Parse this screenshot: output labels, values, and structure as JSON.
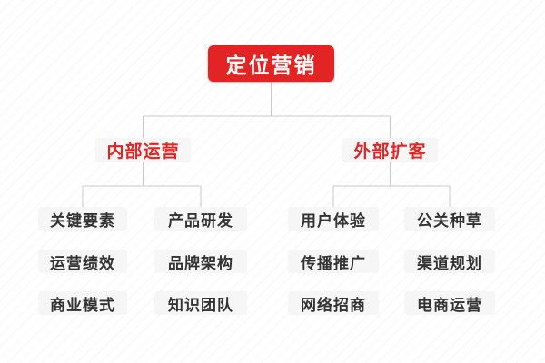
{
  "diagram": {
    "title": "定位营销 mind map",
    "root": {
      "label": "定位营销"
    },
    "branches": [
      {
        "label": "内部运营",
        "children": [
          "关键要素",
          "产品研发",
          "运营绩效",
          "品牌架构",
          "商业模式",
          "知识团队"
        ]
      },
      {
        "label": "外部扩客",
        "children": [
          "用户体验",
          "公关种草",
          "传播推广",
          "渠道规划",
          "网络招商",
          "电商运营"
        ]
      }
    ],
    "colors": {
      "accent_red": "#e32424",
      "root_text": "#ffffff",
      "node_bg": "#f6f6f6",
      "node_text": "#333333",
      "connector": "#c8c8c8",
      "background_stripe": "#f2f2f2"
    }
  }
}
